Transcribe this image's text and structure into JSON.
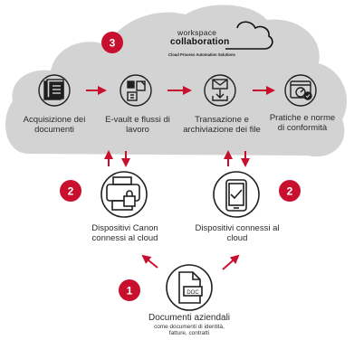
{
  "brand": {
    "line1": "workspace",
    "line2": "collaboration",
    "tagline": "Cloud Process Automation Solutions"
  },
  "badges": [
    "3",
    "2",
    "2",
    "1"
  ],
  "steps": [
    {
      "id": "acquisizione",
      "label_l1": "Acquisizione dei",
      "label_l2": "documenti",
      "icon": "document-stack-icon"
    },
    {
      "id": "evault",
      "label_l1": "E-vault e flussi di",
      "label_l2": "lavoro",
      "icon": "workflow-icon"
    },
    {
      "id": "transazione",
      "label_l1": "Transazione e",
      "label_l2": "archiviazione dei file",
      "icon": "archive-download-icon"
    },
    {
      "id": "pratiche",
      "label_l1": "Pratiche e norme",
      "label_l2": "di conformità",
      "icon": "compliance-gauge-icon"
    }
  ],
  "devices": [
    {
      "id": "canon",
      "label_l1": "Dispositivi Canon",
      "label_l2": "connessi al cloud",
      "icon": "printer-lock-icon"
    },
    {
      "id": "mobile",
      "label_l1": "Dispositivi connessi al",
      "label_l2": "cloud",
      "icon": "phone-check-icon"
    }
  ],
  "source": {
    "label": "Documenti aziendali",
    "sub_l1": "come documenti di identità,",
    "sub_l2": "fatture, contratti",
    "icon": "doc-file-icon"
  },
  "colors": {
    "cloud": "#d3d3d3",
    "accent_red": "#c8102e",
    "icon_stroke": "#1f1f1f"
  }
}
